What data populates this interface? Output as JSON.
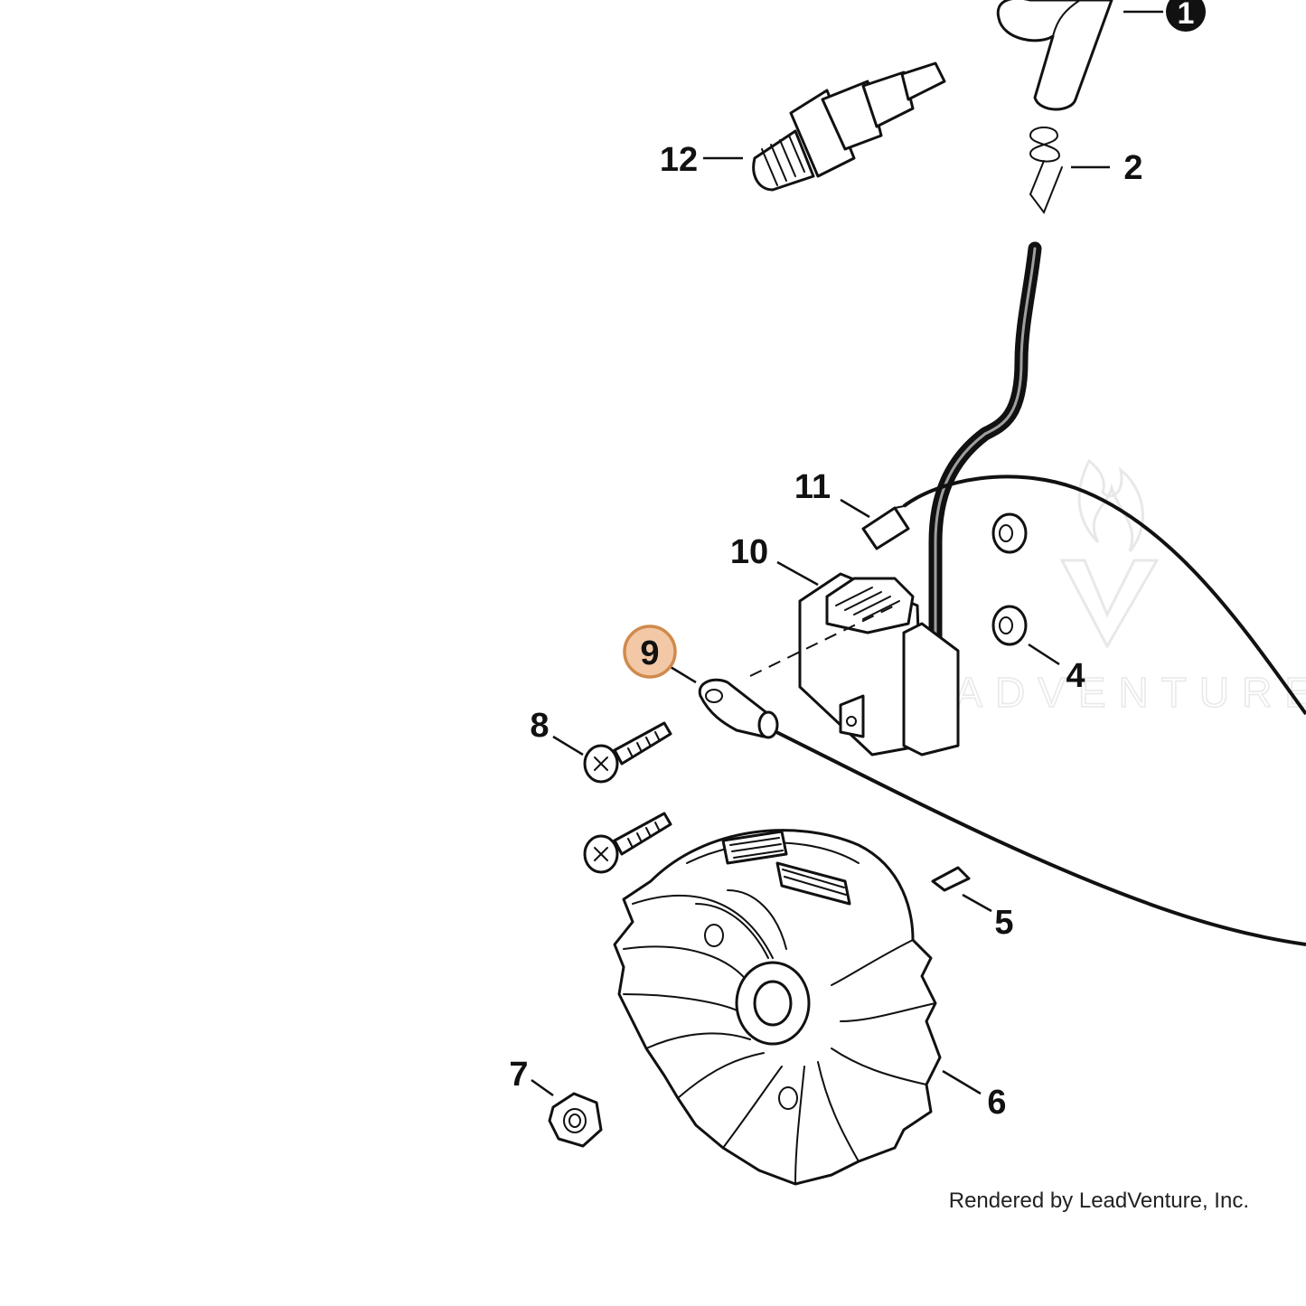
{
  "diagram": {
    "callouts": [
      {
        "id": "1",
        "label": "1"
      },
      {
        "id": "2",
        "label": "2"
      },
      {
        "id": "4",
        "label": "4"
      },
      {
        "id": "5",
        "label": "5"
      },
      {
        "id": "6",
        "label": "6"
      },
      {
        "id": "7",
        "label": "7"
      },
      {
        "id": "8",
        "label": "8"
      },
      {
        "id": "9",
        "label": "9",
        "highlighted": true
      },
      {
        "id": "10",
        "label": "10"
      },
      {
        "id": "11",
        "label": "11"
      },
      {
        "id": "12",
        "label": "12"
      }
    ],
    "watermark": "LEADVENTURE",
    "credit": "Rendered by LeadVenture, Inc.",
    "highlight_color": "#f2c8a6",
    "highlight_border": "#d08a4c"
  }
}
